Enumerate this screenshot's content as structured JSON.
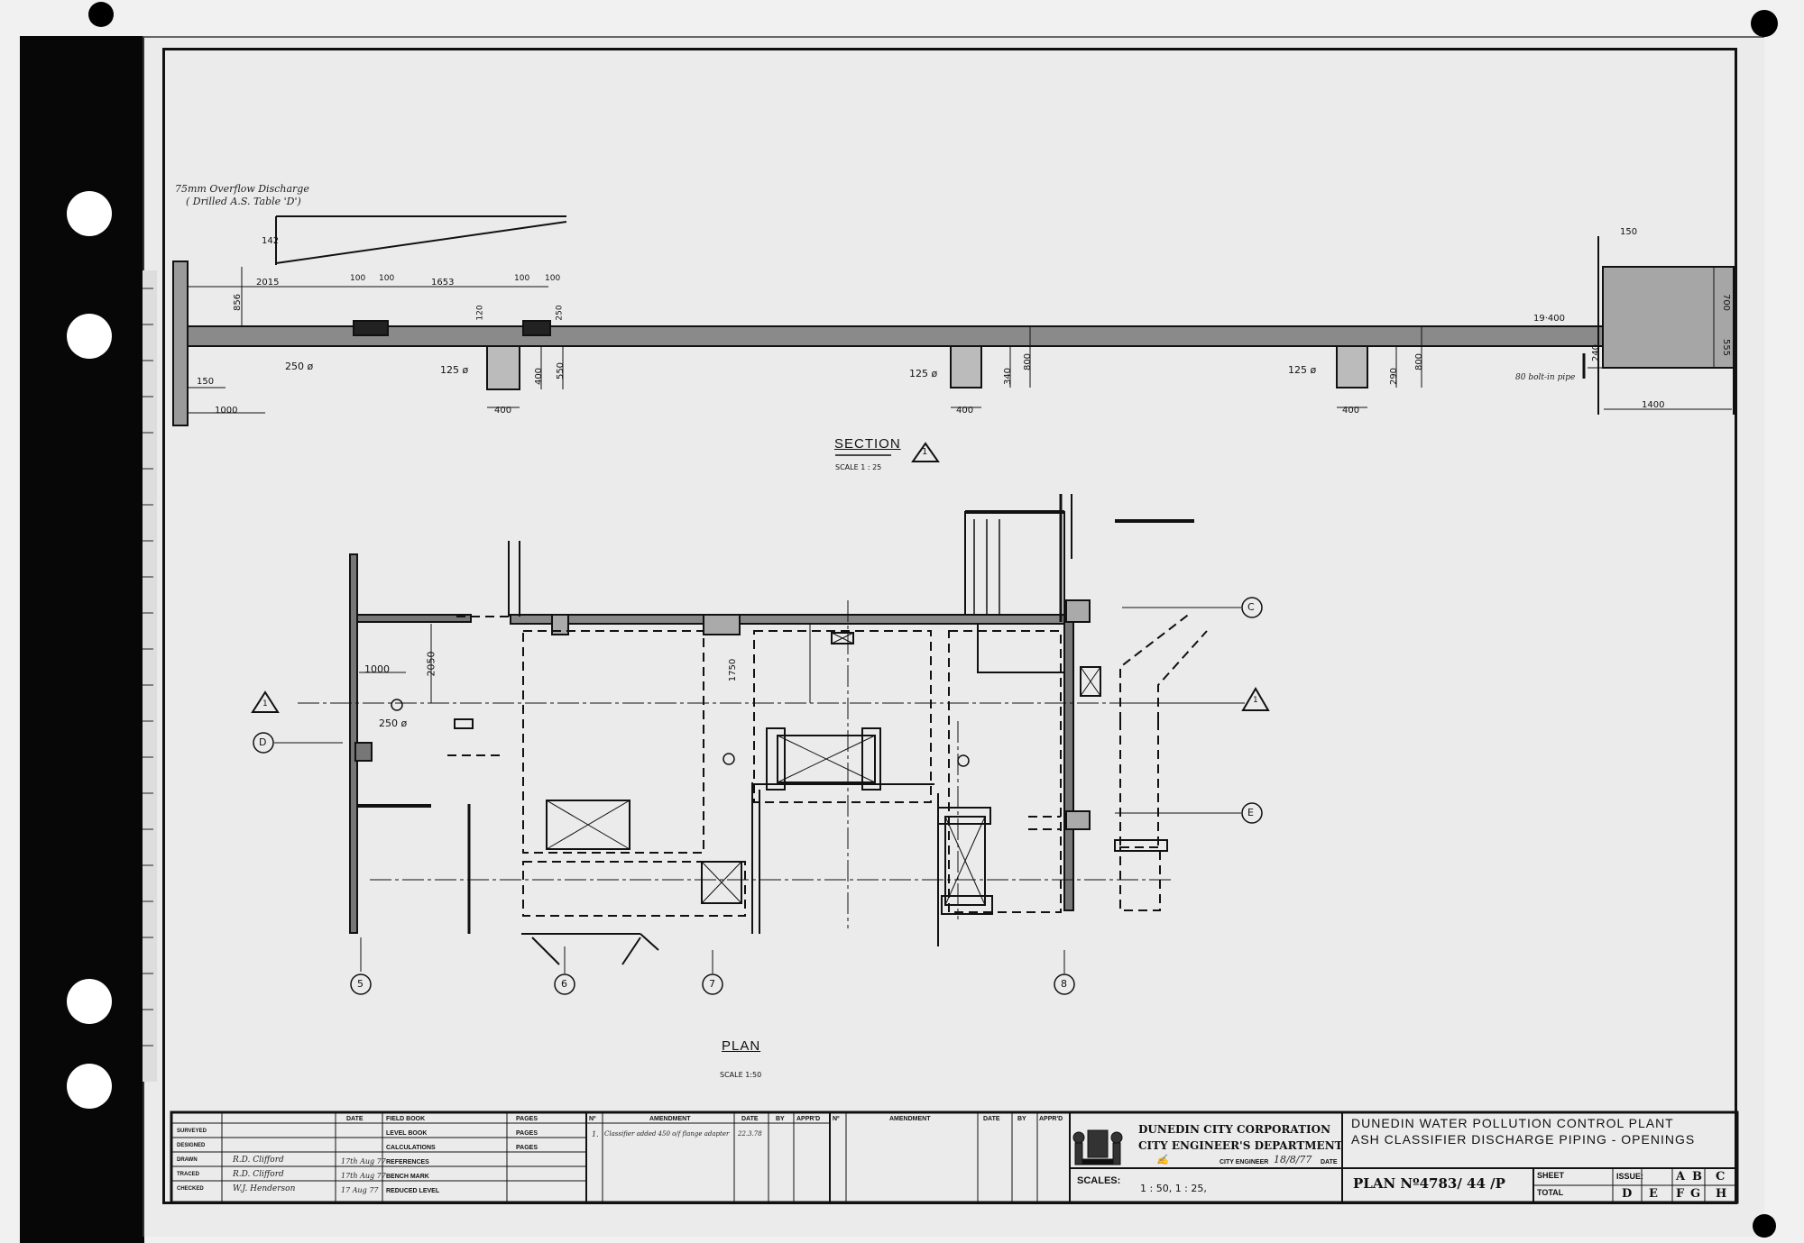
{
  "section_view": {
    "title": "SECTION",
    "marker": "1",
    "scale": "SCALE   1 : 25",
    "note_line1": "75mm Overflow Discharge",
    "note_line2": "( Drilled  A.S. Table 'D')",
    "dims": {
      "d142": "142",
      "d2015": "2015",
      "d856": "856",
      "d100a": "100",
      "d100b": "100",
      "d1653": "1653",
      "d100c": "100",
      "d100d": "100",
      "d120": "120",
      "d250": "250",
      "d250dia": "250 ø",
      "d125dia_a": "125 ø",
      "d125dia_b": "125 ø",
      "d125dia_c": "125 ø",
      "d150": "150",
      "d1000": "1000",
      "d400a": "400",
      "d400v": "400",
      "d550": "550",
      "d400b": "400",
      "d340": "340",
      "d800a": "800",
      "d400c": "400",
      "d290": "290",
      "d800b": "800",
      "d19400": "19·400",
      "d150r": "150",
      "d700": "700",
      "d555": "555",
      "d240": "240",
      "d1400": "1400",
      "pipe_note": "80 bolt-in pipe"
    }
  },
  "plan_view": {
    "title": "PLAN",
    "scale": "SCALE 1:50",
    "grid_c": "C",
    "grid_d": "D",
    "grid_e": "E",
    "grid_5": "5",
    "grid_6": "6",
    "grid_7": "7",
    "grid_8": "8",
    "section_mark_left": "1",
    "section_mark_right": "1",
    "dims": {
      "d1000": "1000",
      "d2050": "2050",
      "d1750": "1750",
      "d250dia": "250 ø"
    }
  },
  "title_block": {
    "headers": {
      "date": "DATE",
      "field_book": "FIELD BOOK",
      "pages": "PAGES",
      "no": "Nº",
      "amendment": "AMENDMENT",
      "a_date": "DATE",
      "by": "BY",
      "apprd": "APPR'D",
      "no2": "Nº",
      "amendment2": "AMENDMENT",
      "a_date2": "DATE",
      "by2": "BY",
      "apprd2": "APPR'D"
    },
    "rows": {
      "surveyed": "SURVEYED",
      "designed": "DESIGNED",
      "drawn": "DRAWN",
      "traced": "TRACED",
      "checked": "CHECKED",
      "level_book": "LEVEL BOOK",
      "calculations": "CALCULATIONS",
      "references": "REFERENCES",
      "bench_mark": "BENCH MARK",
      "reduced_level": "REDUCED LEVEL",
      "pages2": "PAGES",
      "pages3": "PAGES"
    },
    "signatures": {
      "drawn_by": "R.D. Clifford",
      "traced_by": "R.D. Clifford",
      "checked_by": "W.J. Henderson",
      "drawn_date": "17th Aug 77",
      "traced_date": "17th Aug 77",
      "checked_date": "17 Aug 77"
    },
    "amendment_1": {
      "no": "1.",
      "text": "Classifier added 450 o/f flange adapter",
      "date": "22.3.78"
    },
    "organisation_line1": "DUNEDIN  CITY  CORPORATION",
    "organisation_line2": "CITY ENGINEER'S DEPARTMENT",
    "city_engineer_label": "CITY ENGINEER",
    "engineer_date": "18/8/77",
    "date_label": "DATE",
    "scales_label": "SCALES:",
    "scales_value": "1 : 50,   1 : 25,",
    "project_line1": "DUNEDIN WATER POLLUTION CONTROL PLANT",
    "project_line2": "ASH CLASSIFIER DISCHARGE PIPING - OPENINGS",
    "plan_no": "PLAN  Nº4783/ 44 /P",
    "sheet_label": "SHEET",
    "total_label": "TOTAL",
    "issue_label": "ISSUE:",
    "issue_letters": [
      "A",
      "B",
      "C",
      "D",
      "E",
      "F",
      "G",
      "H"
    ]
  }
}
